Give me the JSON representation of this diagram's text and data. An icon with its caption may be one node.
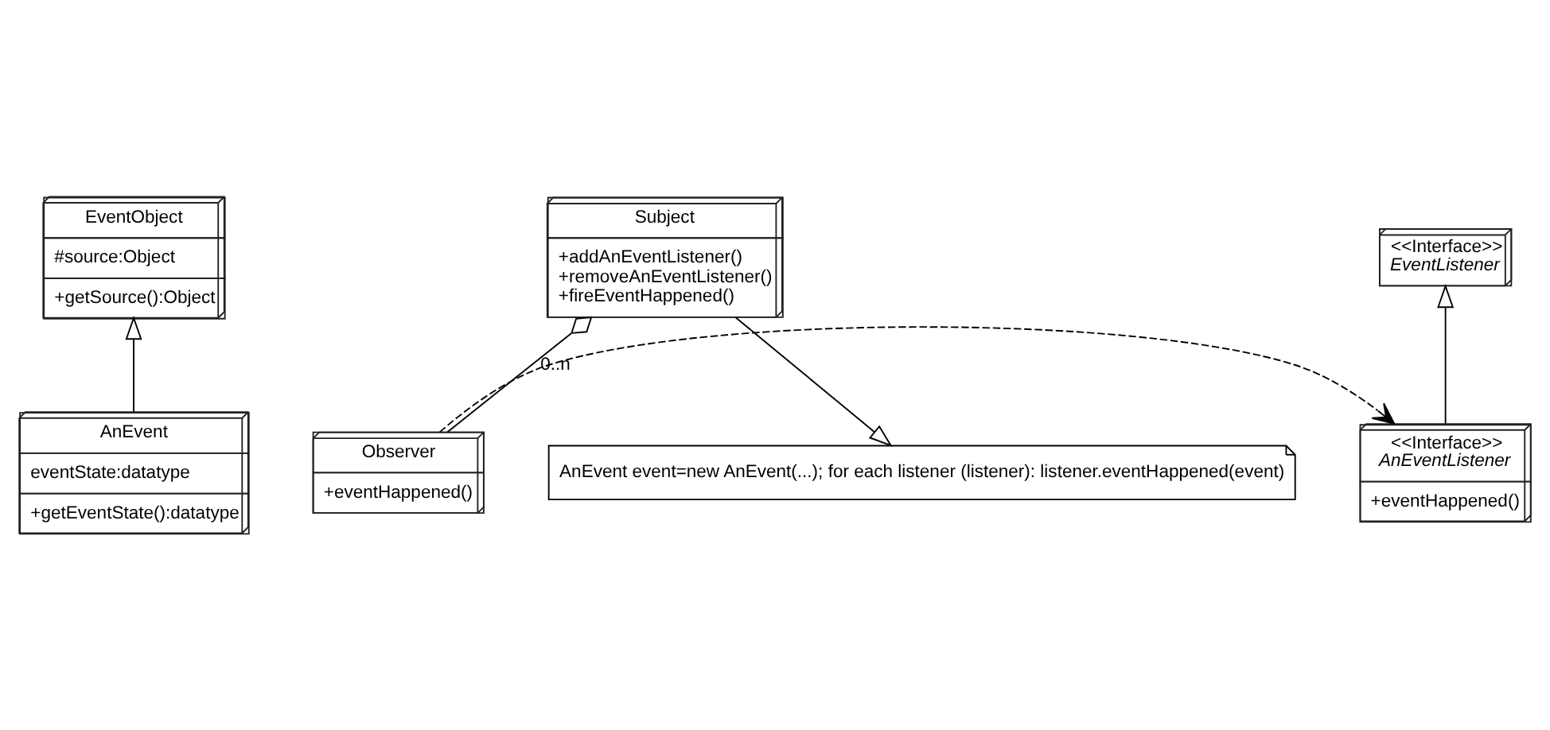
{
  "diagram": {
    "nodes": [
      {
        "text": [
          "EventObject",
          "#source:Object",
          "+getSource():Object"
        ]
      },
      {
        "text": [
          "<<Interface>>",
          "EventListener"
        ]
      },
      {
        "text": [
          "Subject",
          "+addAnEventListener()",
          "+removeAnEventListener()",
          "+fireEventHappened()"
        ]
      },
      {
        "text": [
          "AnEvent event=new AnEvent(...); for each listener (listener): listener.eventHappened(event)"
        ]
      },
      {
        "text": [
          "AnEvent",
          "eventState:datatype",
          "+getEventState():datatype"
        ]
      },
      {
        "text": [
          "<<Interface>>",
          "AnEventListener",
          "+eventHappened()"
        ]
      },
      {
        "text": [
          "Observer",
          "+eventHappened()"
        ]
      }
    ],
    "edges": [
      {
        "from": 4,
        "to": 0,
        "arrow": "to"
      },
      {
        "from": 5,
        "to": 1,
        "arrow": "to"
      },
      {
        "from": 2,
        "to": 3,
        "arrow": "to"
      },
      {
        "from": 2,
        "to": 6,
        "arrow": "other",
        "label": "0..n"
      },
      {
        "from": 6,
        "to": 5,
        "arrow": "to",
        "style": "dashed"
      }
    ]
  }
}
